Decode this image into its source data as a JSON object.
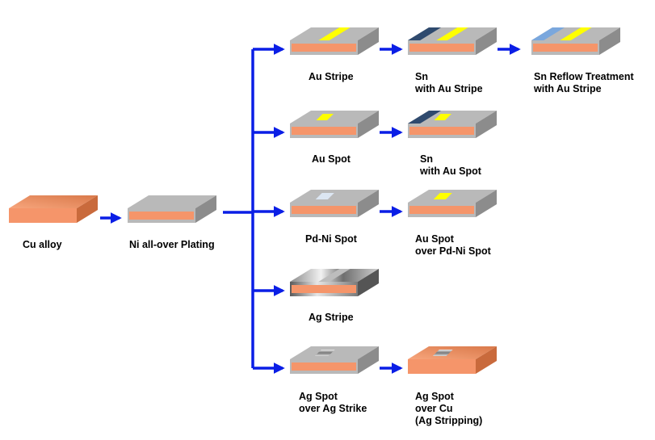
{
  "base": {
    "cu_alloy": "Cu alloy",
    "ni_plating": "Ni all-over Plating"
  },
  "rows": [
    {
      "steps": [
        {
          "lines": [
            "Au Stripe"
          ]
        },
        {
          "lines": [
            "Sn",
            "with Au Stripe"
          ]
        },
        {
          "lines": [
            "Sn Reflow Treatment",
            "with Au Stripe"
          ]
        }
      ]
    },
    {
      "steps": [
        {
          "lines": [
            "Au Spot"
          ]
        },
        {
          "lines": [
            "Sn",
            "with Au Spot"
          ]
        }
      ]
    },
    {
      "steps": [
        {
          "lines": [
            "Pd-Ni Spot"
          ]
        },
        {
          "lines": [
            "Au Spot",
            "over Pd-Ni Spot"
          ]
        }
      ]
    },
    {
      "steps": [
        {
          "lines": [
            "Ag Stripe"
          ]
        }
      ]
    },
    {
      "steps": [
        {
          "lines": [
            "Ag Spot",
            "over Ag Strike"
          ]
        },
        {
          "lines": [
            "Ag Spot",
            "over Cu",
            "(Ag Stripping)"
          ]
        }
      ]
    }
  ],
  "colors": {
    "arrow": "#0a1ee6",
    "ni_top": "#b9b9b9",
    "ni_side": "#8c8c8c",
    "cu": "#f5956a",
    "cu_light": "#f8ad86",
    "au": "#ffff00",
    "sn": "#2f4a6e",
    "sn_reflow": "#7aa7dd",
    "pdni": "#dce6f2",
    "ag": "#d9d9d9"
  }
}
